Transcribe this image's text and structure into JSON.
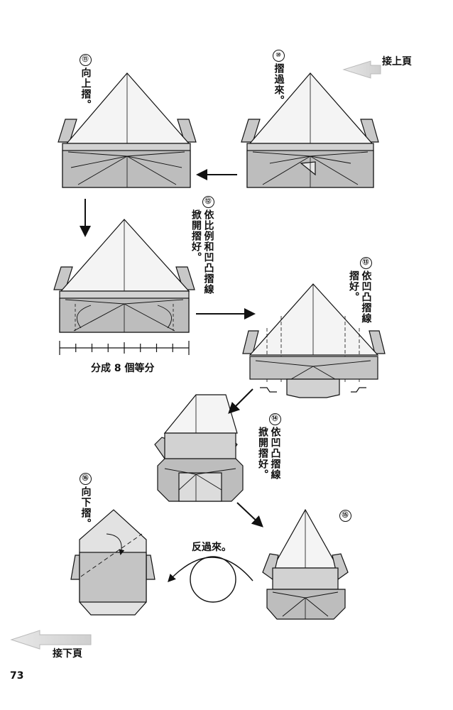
{
  "nav": {
    "prev": "接上頁",
    "next": "接下頁"
  },
  "page_number": "73",
  "ruler_caption": "分成 8 個等分",
  "flip_caption": "反過來。",
  "steps": {
    "s10": {
      "num": "⑩",
      "lines": [
        "摺過來。"
      ]
    },
    "s11": {
      "num": "⑪",
      "lines": [
        "向上摺。"
      ]
    },
    "s12": {
      "num": "⑫",
      "lines": [
        "依比例和凹凸摺線",
        "掀開摺好。"
      ]
    },
    "s13": {
      "num": "⑬",
      "lines": [
        "依凹凸摺線",
        "摺好。"
      ]
    },
    "s14": {
      "num": "⑭",
      "lines": [
        "依凹凸摺線",
        "掀開摺好。"
      ]
    },
    "s15": {
      "num": "⑮"
    },
    "s16": {
      "num": "⑯",
      "lines": [
        "向下摺。"
      ]
    }
  }
}
